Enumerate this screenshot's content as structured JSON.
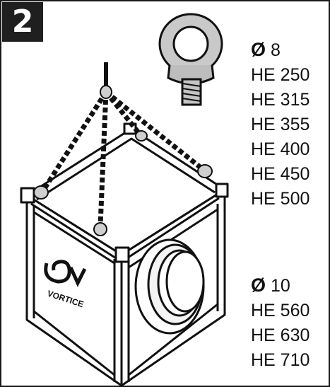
{
  "step_number": "2",
  "brand": "VORTICE",
  "group1": {
    "diameter_symbol": "Ø",
    "diameter_value": "8",
    "models": [
      "HE 250",
      "HE 315",
      "HE 355",
      "HE 400",
      "HE 450",
      "HE 500"
    ]
  },
  "group2": {
    "diameter_symbol": "Ø",
    "diameter_value": "10",
    "models": [
      "HE 560",
      "HE 630",
      "HE 710"
    ]
  },
  "colors": {
    "ink": "#111111",
    "step_badge": "#1f1f1f",
    "eyebolt_gray": "#bdbdbd"
  }
}
